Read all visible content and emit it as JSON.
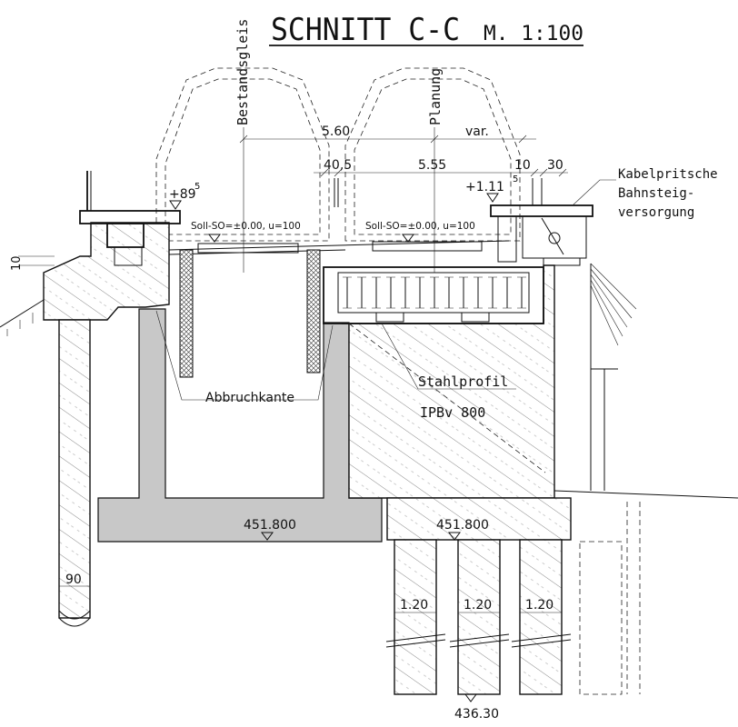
{
  "title": "SCHNITT C-C",
  "scale": "M. 1:100",
  "tracks": {
    "existing": "Bestandsgleis",
    "planned": "Planung"
  },
  "dimensions": {
    "track_spacing": "5.60",
    "var": "var.",
    "d_40_5": "40,5",
    "d_5_55": "5.55",
    "d_10_right": "10",
    "d_30": "30",
    "d_10_left": "10",
    "d_90": "90",
    "pile_1": "1.20",
    "pile_2": "1.20",
    "pile_3": "1.20"
  },
  "elevations": {
    "left_platform": "+89",
    "left_platform_sup": "5",
    "right_platform": "+1.11",
    "right_platform_sup": "5",
    "soll_left": "Soll-SO=±0.00, u=100",
    "soll_right": "Soll-SO=±0.00, u=100",
    "slab_left": "451.800",
    "slab_right": "451.800",
    "pile_toe": "436.30"
  },
  "labels": {
    "cable_tray_line1": "Kabelpritsche",
    "cable_tray_line2": "Bahnsteig-",
    "cable_tray_line3": "versorgung",
    "demolition_edge": "Abbruchkante",
    "steel_profile": "Stahlprofil",
    "steel_profile_type": "IPBv 800"
  }
}
